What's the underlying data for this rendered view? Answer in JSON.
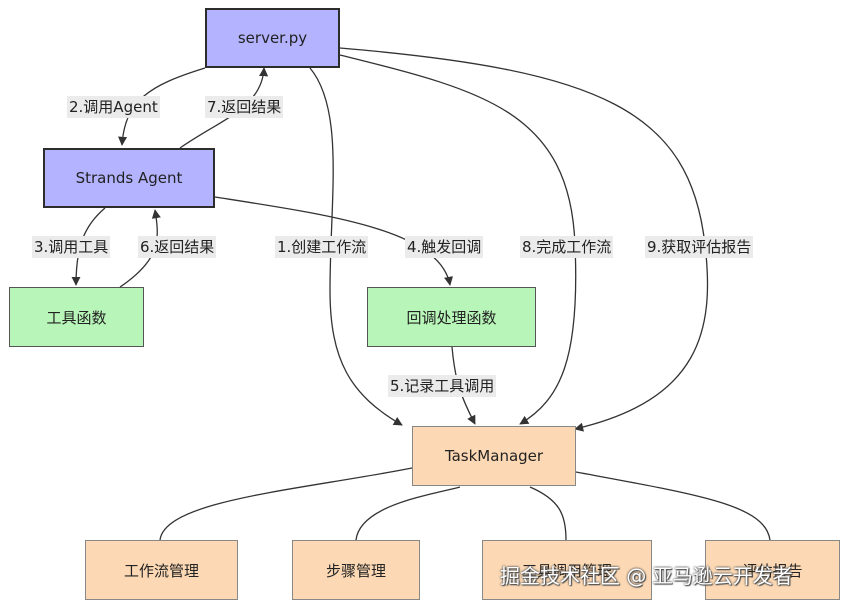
{
  "nodes": {
    "server": "server.py",
    "agent": "Strands Agent",
    "tools": "工具函数",
    "callback": "回调处理函数",
    "taskmanager": "TaskManager",
    "workflow_mgmt": "工作流管理",
    "step_mgmt": "步骤管理",
    "tool_call_mgmt": "工具调用管理",
    "eval_report": "评估报告"
  },
  "edges": {
    "e1": "1.创建工作流",
    "e2": "2.调用Agent",
    "e3": "3.调用工具",
    "e4": "4.触发回调",
    "e5": "5.记录工具调用",
    "e6": "6.返回结果",
    "e7": "7.返回结果",
    "e8": "8.完成工作流",
    "e9": "9.获取评估报告"
  },
  "watermark": "掘金技术社区 @ 亚马逊云开发者",
  "colors": {
    "server_agent_fill": "#b3b3ff",
    "tool_callback_fill": "#b8f5b8",
    "manager_fill": "#fcd9b4",
    "label_bg": "#ebebeb"
  }
}
